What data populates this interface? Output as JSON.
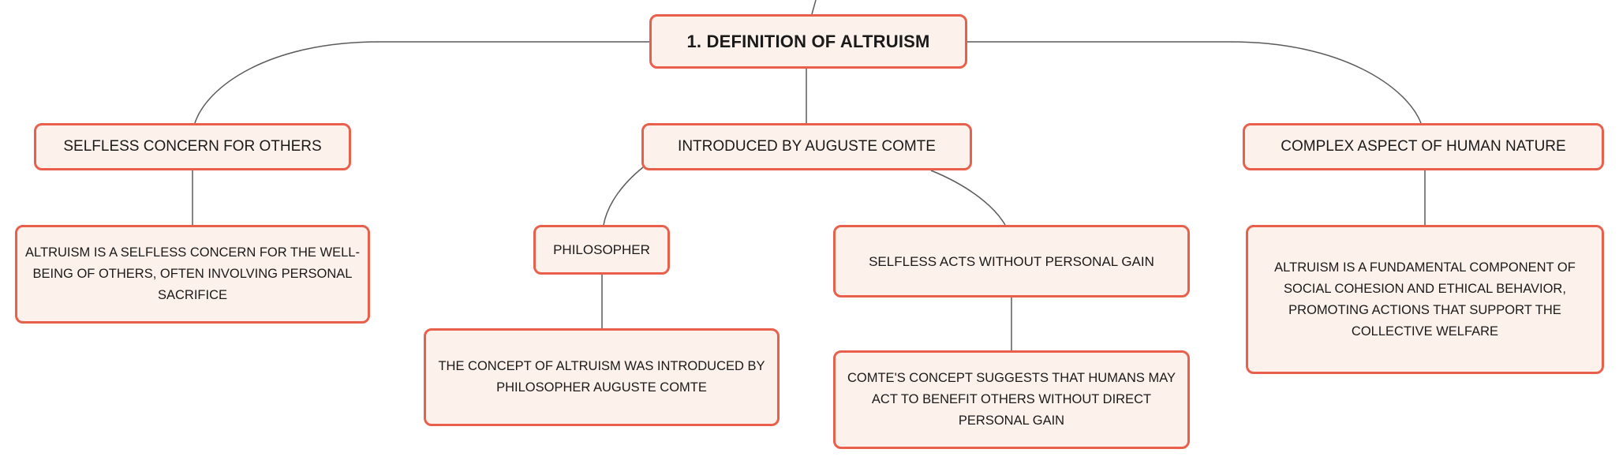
{
  "diagram": {
    "root": {
      "label": "1. DEFINITION OF ALTRUISM"
    },
    "branches": [
      {
        "label": "SELFLESS CONCERN FOR OTHERS",
        "children": [
          {
            "label": "ALTRUISM IS A SELFLESS CONCERN FOR THE WELL-BEING OF OTHERS, OFTEN INVOLVING PERSONAL SACRIFICE"
          }
        ]
      },
      {
        "label": "INTRODUCED BY AUGUSTE COMTE",
        "children": [
          {
            "label": "PHILOSOPHER",
            "children": [
              {
                "label": "THE CONCEPT OF ALTRUISM WAS INTRODUCED BY PHILOSOPHER AUGUSTE COMTE"
              }
            ]
          },
          {
            "label": "SELFLESS ACTS WITHOUT PERSONAL GAIN",
            "children": [
              {
                "label": "COMTE'S CONCEPT SUGGESTS THAT HUMANS MAY ACT TO BENEFIT OTHERS WITHOUT DIRECT PERSONAL GAIN"
              }
            ]
          }
        ]
      },
      {
        "label": "COMPLEX ASPECT OF HUMAN NATURE",
        "children": [
          {
            "label": "ALTRUISM IS A FUNDAMENTAL COMPONENT OF SOCIAL COHESION AND ETHICAL BEHAVIOR, PROMOTING ACTIONS THAT SUPPORT THE COLLECTIVE WELFARE"
          }
        ]
      }
    ]
  },
  "colors": {
    "node_border": "#e8604c",
    "node_fill": "#fdf1ec",
    "connector": "#5a5a5a",
    "text": "#1a1a1a"
  }
}
